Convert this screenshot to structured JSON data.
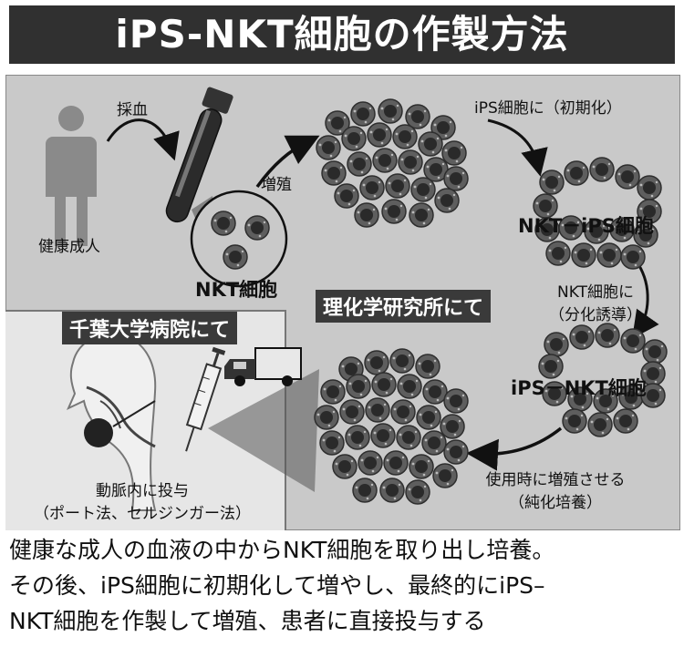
{
  "title": "iPS-NKT細胞の作製方法",
  "labels": {
    "blood_draw": "採血",
    "healthy_adult": "健康成人",
    "proliferate": "増殖",
    "nkt_cell": "NKT細胞",
    "reprogram": "iPS細胞に（初期化）",
    "nkt_ips_cell": "NKT－iPS細胞",
    "differentiate_1": "NKT細胞に",
    "differentiate_2": "（分化誘導）",
    "ips_nkt_cell": "iPS－NKT細胞",
    "expand_1": "使用時に増殖させる",
    "expand_2": "（純化培養）",
    "administer_1": "動脈内に投与",
    "administer_2": "（ポート法、セルジンガー法）"
  },
  "tags": {
    "riken": "理化学研究所にて",
    "chiba": "千葉大学病院にて"
  },
  "description": [
    "健康な成人の血液の中からNKT細胞を取り出し培養。",
    "その後、iPS細胞に初期化して増やし、最終的にiPS–",
    "NKT細胞を作製して増殖、患者に直接投与する"
  ],
  "colors": {
    "title_bg": "#303030",
    "panel_top": "#c9c9c9",
    "panel_bottom": "#e6e6e6",
    "cell_outer": "#5e5e5e",
    "cell_nucleus": "#2a2a2a"
  },
  "icons": [
    "person-icon",
    "blood-tube-icon",
    "syringe-icon",
    "truck-icon",
    "head-profile-icon"
  ]
}
